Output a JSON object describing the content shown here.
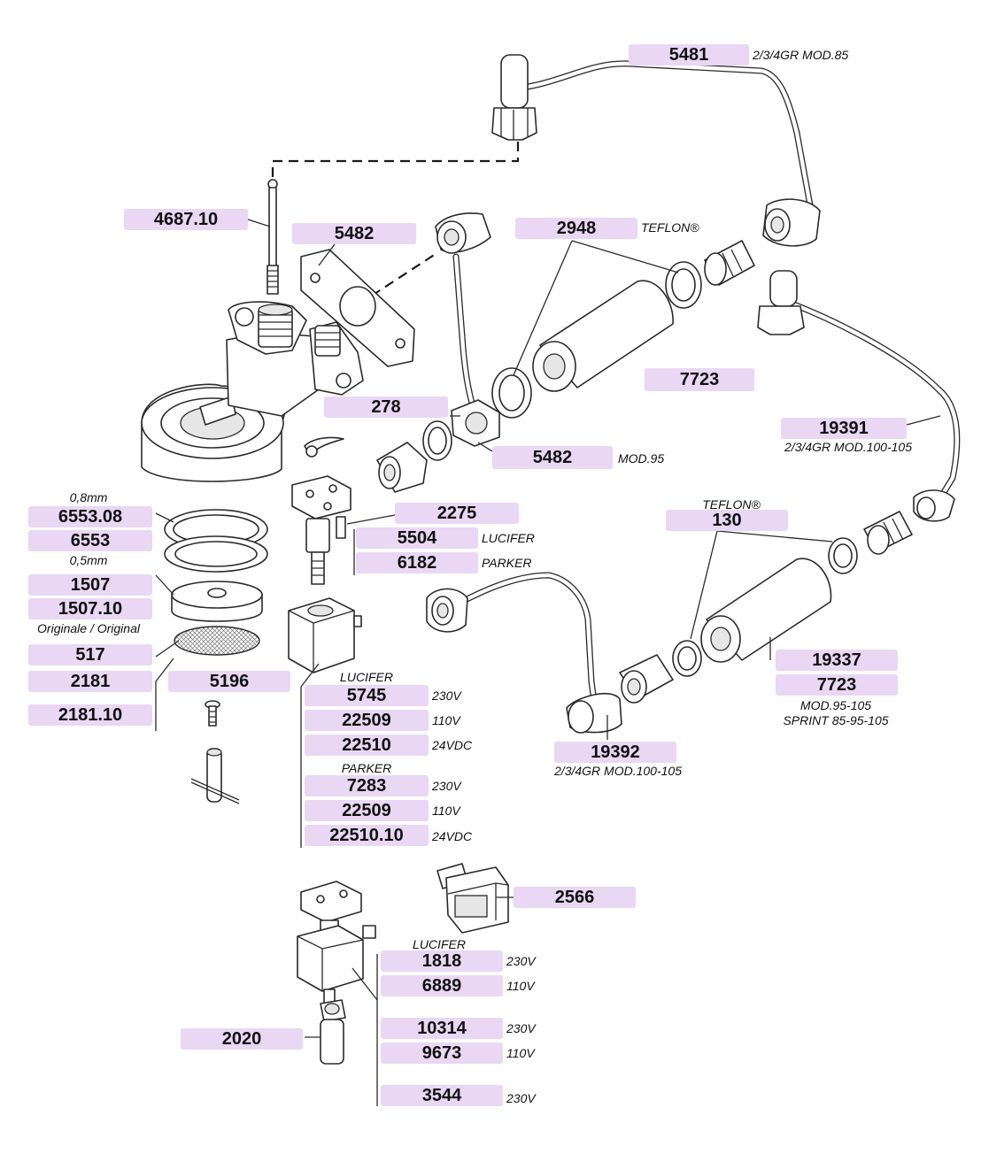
{
  "labels": {
    "l5481": "5481",
    "l4687_10": "4687.10",
    "l5482_a": "5482",
    "l2948": "2948",
    "l7723_a": "7723",
    "l278": "278",
    "l5482_b": "5482",
    "l19391": "19391",
    "l6553_08": "6553.08",
    "l6553": "6553",
    "l1507": "1507",
    "l1507_10": "1507.10",
    "l517": "517",
    "l2181": "2181",
    "l5196": "5196",
    "l2181_10": "2181.10",
    "l2275": "2275",
    "l5504": "5504",
    "l6182": "6182",
    "l130": "130",
    "l19337": "19337",
    "l7723_b": "7723",
    "l5745": "5745",
    "l22509_a": "22509",
    "l22510": "22510",
    "l7283": "7283",
    "l22509_b": "22509",
    "l22510_10": "22510.10",
    "l19392": "19392",
    "l2566": "2566",
    "l1818": "1818",
    "l6889": "6889",
    "l10314": "10314",
    "l9673": "9673",
    "l2020": "2020",
    "l3544": "3544"
  },
  "notes": {
    "n5481": "2/3/4GR MOD.85",
    "n2948": "TEFLON®",
    "n5482": "MOD.95",
    "n19391": "2/3/4GR MOD.100-105",
    "n08mm": "0,8mm",
    "n05mm": "0,5mm",
    "n_original": "Originale / Original",
    "n5504": "LUCIFER",
    "n6182": "PARKER",
    "n130": "TEFLON®",
    "n19337_a": "MOD.95-105",
    "n19337_b": "SPRINT 85-95-105",
    "n_lucifer1": "LUCIFER",
    "n5745": "230V",
    "n22509_a": "110V",
    "n22510": "24VDC",
    "n_parker": "PARKER",
    "n7283": "230V",
    "n22509_b": "110V",
    "n22510_10": "24VDC",
    "n19392": "2/3/4GR MOD.100-105",
    "n_lucifer2": "LUCIFER",
    "n1818": "230V",
    "n6889": "110V",
    "n10314": "230V",
    "n9673": "110V",
    "n3544": "230V"
  },
  "colors": {
    "label_fill": "#e9d7f4",
    "line": "#2a2a2a"
  }
}
